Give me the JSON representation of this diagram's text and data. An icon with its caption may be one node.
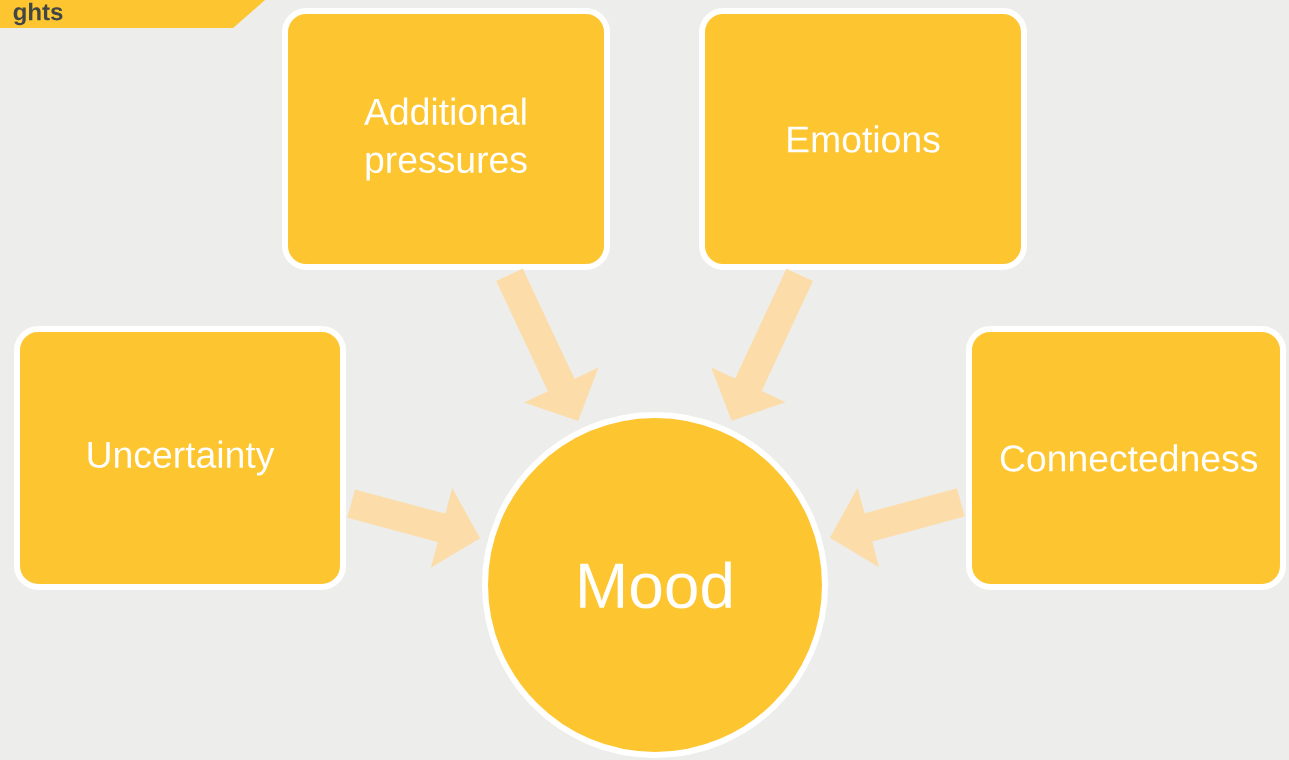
{
  "diagram": {
    "title": "ghts",
    "nodes": [
      {
        "text": [
          "Additional pressures"
        ]
      },
      {
        "text": [
          "Emotions"
        ]
      },
      {
        "text": [
          "Uncertainty"
        ]
      },
      {
        "text": [
          "Mood"
        ]
      },
      {
        "text": [
          "Connectedness"
        ]
      }
    ],
    "edges": [
      {
        "from": 0,
        "to": 3,
        "arrow": "to"
      },
      {
        "from": 1,
        "to": 3,
        "arrow": "to"
      },
      {
        "from": 2,
        "to": 3,
        "arrow": "to"
      },
      {
        "from": 4,
        "to": 3,
        "arrow": "to"
      }
    ]
  }
}
